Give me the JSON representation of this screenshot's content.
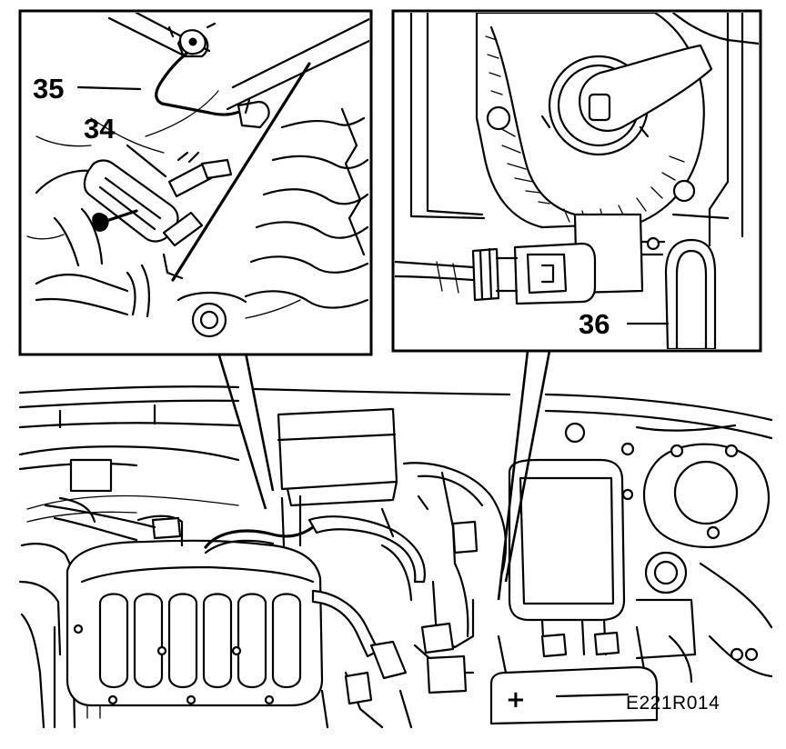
{
  "figure": {
    "id": "E221R014",
    "callouts": [
      {
        "num": "35",
        "panel": "left"
      },
      {
        "num": "34",
        "panel": "left"
      },
      {
        "num": "36",
        "panel": "right"
      }
    ],
    "battery_terminal_symbol": "+"
  }
}
